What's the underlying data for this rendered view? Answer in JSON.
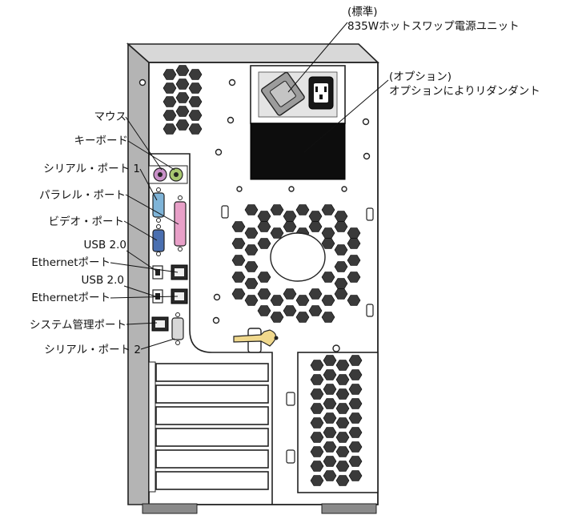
{
  "callouts": {
    "mouse": "マウス",
    "keyboard": "キーボード",
    "serial1": "シリアル・ポート 1",
    "parallel": "パラレル・ポート",
    "video": "ビデオ・ポート",
    "usb_a": "USB 2.0",
    "ethernet_a": "Ethernetポート",
    "usb_b": "USB 2.0",
    "ethernet_b": "Ethernetポート",
    "system_mgmt": "システム管理ポート",
    "serial2": "シリアル・ポート 2",
    "psu_std_line1": "(標準)",
    "psu_std_line2": "835Wホットスワップ電源ユニット",
    "psu_opt_line1": "(オプション)",
    "psu_opt_line2": "オプションによりリダンダント"
  },
  "colors": {
    "mouse_port": "#c890c8",
    "keyboard_port": "#a8c870",
    "serial_port": "#7fb4d8",
    "parallel_port": "#e8a0c8",
    "video_port": "#4a6fb0",
    "key": "#f0d88c",
    "chassis_side": "#b4b4b4",
    "psu_bay": "#0d0d0d"
  }
}
